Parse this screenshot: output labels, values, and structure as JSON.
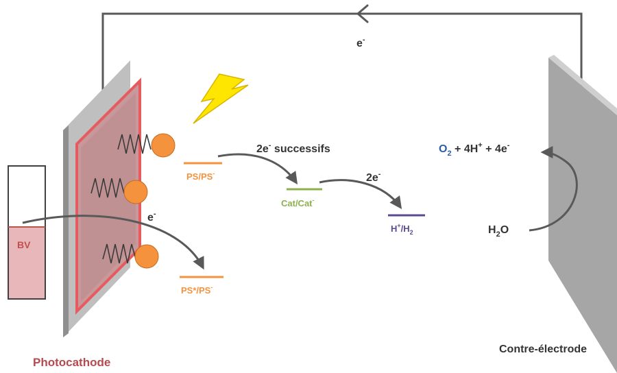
{
  "diagram": {
    "photocathode_label": "Photocathode",
    "counter_electrode_label": "Contre-électrode",
    "vb_label": "BV",
    "electron_top": {
      "base": "e",
      "sup": "-"
    },
    "electron_left": {
      "base": "e",
      "sup": "-"
    },
    "two_e_successive": {
      "base": "2e",
      "sup": "-",
      "rest": " successifs"
    },
    "two_e": {
      "base": "2e",
      "sup": "-"
    },
    "ps_level": {
      "base": "PS/PS",
      "sup": "-"
    },
    "ps_star_level": {
      "base": "PS*/PS",
      "sup": "-"
    },
    "cat_level": {
      "base": "Cat/Cat",
      "sup": "-"
    },
    "h_level": {
      "a": "H",
      "a_sup": "+",
      "b": "/H",
      "b_sub": "2"
    },
    "oxygen_product": {
      "a": "O",
      "a_sub": "2",
      "b": " + 4H",
      "b_sup": "+",
      "c": " + 4e",
      "c_sup": "-"
    },
    "water": {
      "a": "H",
      "a_sub": "2",
      "b": "O"
    },
    "colors": {
      "photocathode_text": "#b64a4f",
      "ps": "#f5923e",
      "cat": "#8db04e",
      "h": "#5c4a8e",
      "o2": "#2e5ea8",
      "arrow": "#595959",
      "electrode": "#a6a6a6",
      "photo_film": "#c9989a",
      "photo_border": "#e55b60",
      "dye": "#f5923e",
      "bolt": "#ffe600"
    }
  }
}
